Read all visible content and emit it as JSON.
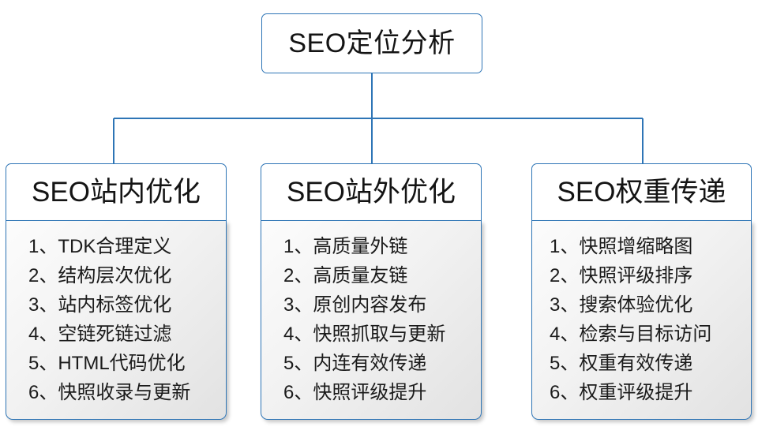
{
  "diagram": {
    "type": "org-chart",
    "root": {
      "label": "SEO定位分析"
    },
    "branches": [
      {
        "id": "onsite",
        "header": "SEO站内优化",
        "items": [
          "1、TDK合理定义",
          "2、结构层次优化",
          "3、站内标签优化",
          "4、空链死链过滤",
          "5、HTML代码优化",
          "6、快照收录与更新"
        ]
      },
      {
        "id": "offsite",
        "header": "SEO站外优化",
        "items": [
          "1、高质量外链",
          "2、高质量友链",
          "3、原创内容发布",
          "4、快照抓取与更新",
          "5、内连有效传递",
          "6、快照评级提升"
        ]
      },
      {
        "id": "weight",
        "header": "SEO权重传递",
        "items": [
          "1、快照增缩略图",
          "2、快照评级排序",
          "3、搜索体验优化",
          "4、检索与目标访问",
          "5、权重有效传递",
          "6、权重评级提升"
        ]
      }
    ],
    "colors": {
      "border": "#2E75B6",
      "connector": "#2E75B6",
      "header_background": "#ffffff",
      "body_background": "#f0f0f0",
      "text": "#141414"
    }
  }
}
